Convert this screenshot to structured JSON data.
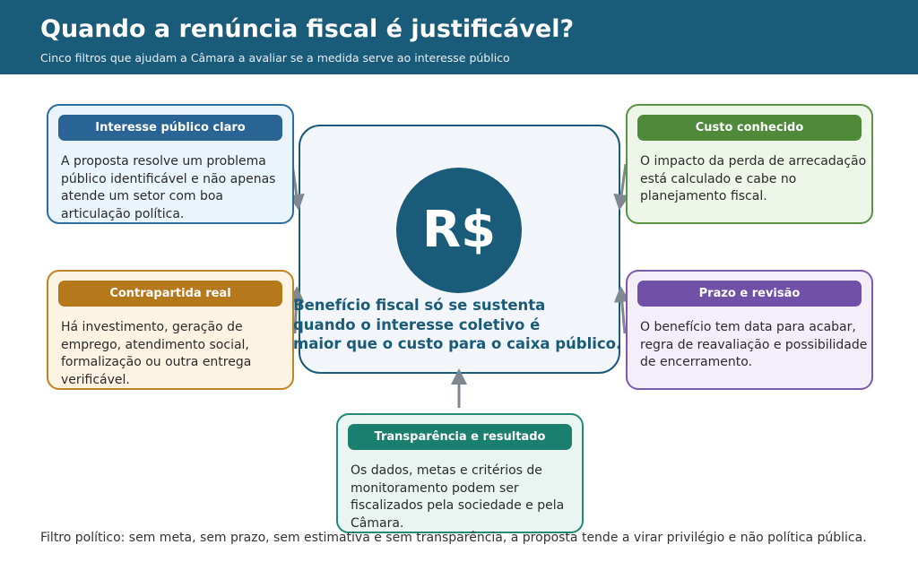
{
  "header": {
    "title": "Quando a renúncia fiscal é justificável?",
    "subtitle": "Cinco filtros que ajudam a Câmara a avaliar se a medida serve ao interesse público"
  },
  "center": {
    "symbol": "R$",
    "message": "Benefício fiscal só se sustenta\nquando o interesse coletivo é\nmaior que o custo para o caixa público."
  },
  "filters": [
    {
      "title": "Interesse público claro",
      "text": "A proposta resolve um problema público identificável e não apenas atende um setor com boa articulação política.",
      "color": "#2a6494",
      "bg": "#eaf4fb"
    },
    {
      "title": "Custo conhecido",
      "text": "O impacto da perda de arrecadação está calculado e cabe no planejamento fiscal.",
      "color": "#4e8a3a",
      "bg": "#eef6ea"
    },
    {
      "title": "Contrapartida real",
      "text": "Há investimento, geração de emprego, atendimento social, formalização ou outra entrega verificável.",
      "color": "#b5781a",
      "bg": "#fdf3e3"
    },
    {
      "title": "Prazo e revisão",
      "text": "O benefício tem data para acabar, regra de reavaliação e possibilidade de encerramento.",
      "color": "#7150a8",
      "bg": "#f3eefa"
    },
    {
      "title": "Transparência e resultado",
      "text": "Os dados, metas e critérios de monitoramento podem ser fiscalizados pela sociedade e pela Câmara.",
      "color": "#1a7f6e",
      "bg": "#eaf5f2"
    }
  ],
  "footer": "Filtro político: sem meta, sem prazo, sem estimativa e sem transparência, a proposta tende a virar privilégio e não política pública."
}
